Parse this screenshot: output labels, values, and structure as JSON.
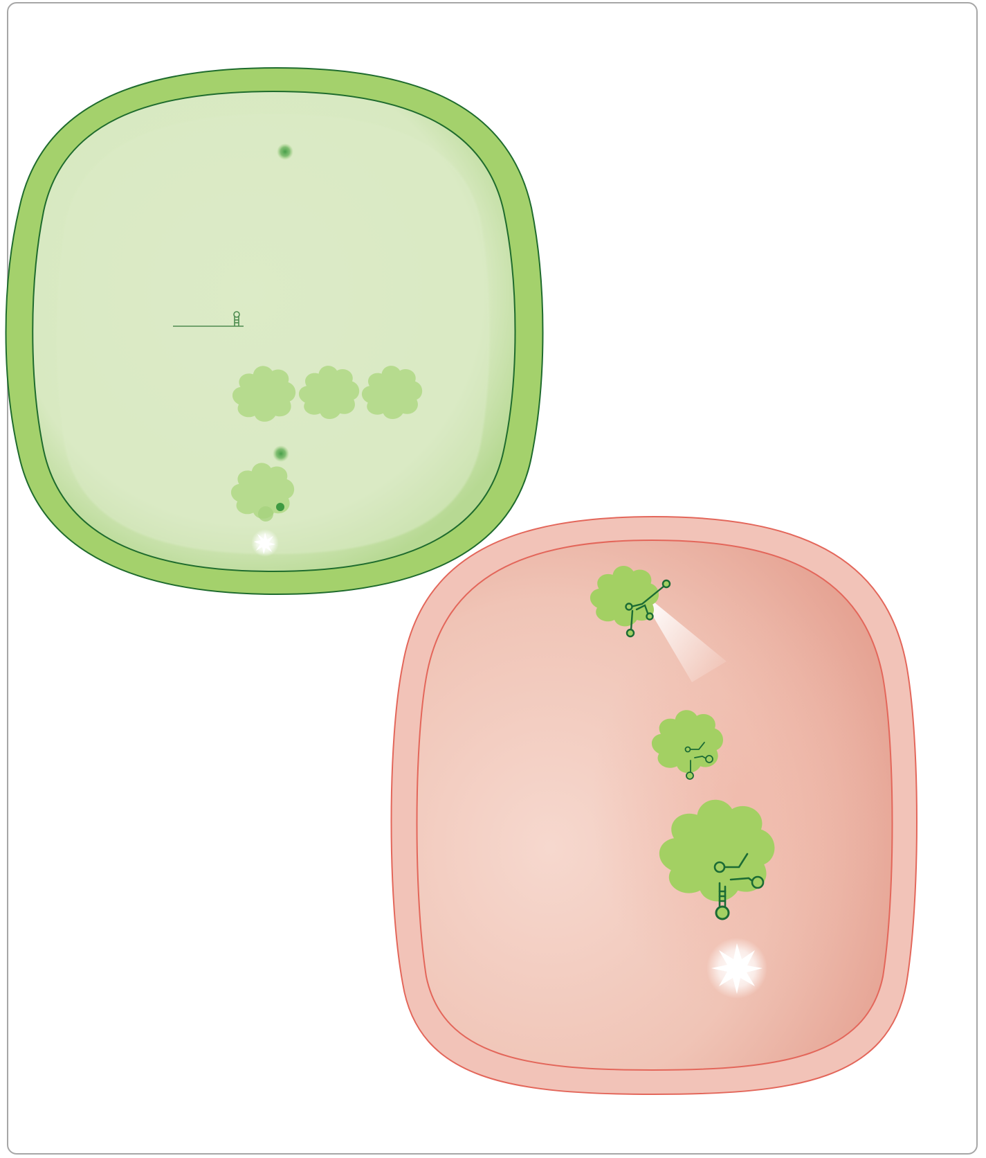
{
  "figure": {
    "background": "#ffffff",
    "frame_border": "#a6a6a6",
    "cells": [
      {
        "id": "cell-green",
        "wall_fill": "#a4d16c",
        "wall_stroke": "#1e6b2d",
        "cytoplasm_light": "#dcebc7",
        "cytoplasm_edge": "#bedd9e",
        "contents": [
          "fluorescent-dot",
          "mrna-hairpin-strand",
          "ribosome",
          "ribosome",
          "ribosome",
          "fluorescent-dot",
          "ribosome",
          "flash-spark"
        ]
      },
      {
        "id": "cell-red",
        "wall_fill": "#f2c3b8",
        "wall_stroke": "#e3665a",
        "cytoplasm_light": "#f6d8ce",
        "cytoplasm_edge": "#e8a596",
        "contents": [
          "ribosome-with-rna",
          "ribosome-with-rna",
          "ribosome-with-rna",
          "flash-spark"
        ]
      }
    ],
    "ribosome_color": "#a3d063",
    "rna_color": "#1b6b34",
    "spark_color": "#ffffff"
  }
}
